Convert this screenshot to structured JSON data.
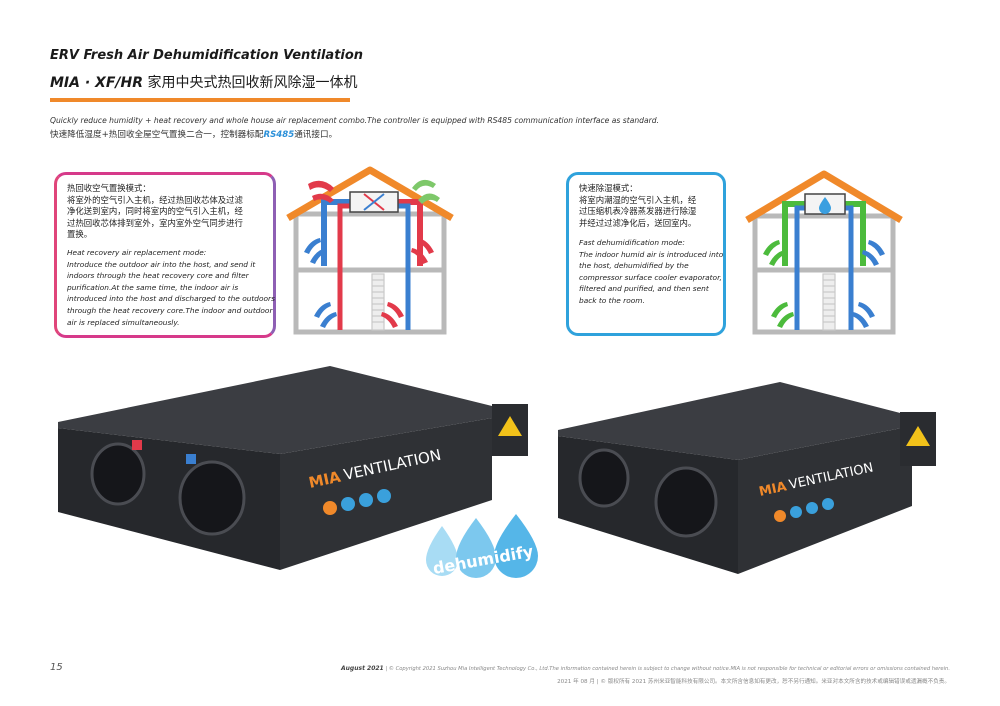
{
  "heading": {
    "title_en": "ERV Fresh Air Dehumidification Ventilation",
    "model": "MIA · XF/HR",
    "title_cn": "家用中央式热回收新风除湿一体机"
  },
  "intro": {
    "en": "Quickly reduce humidity + heat recovery and whole house air replacement combo.The controller is equipped with RS485 communication interface as standard.",
    "cn_before": "快速降低湿度+热回收全屋空气置换二合一，控制器标配",
    "cn_highlight": "RS485",
    "cn_after": "通讯接口。"
  },
  "card_heat_recovery": {
    "cn_lines": [
      "热回收空气置换模式：",
      "将室外的空气引入主机，经过热回收芯体及过滤",
      "净化送到室内，同时将室内的空气引入主机，经",
      "过热回收芯体排到室外，室内室外空气同步进行",
      "置换。"
    ],
    "en_lines": [
      "Heat recovery air replacement mode:",
      "Introduce the outdoor air into the host, and send it",
      "indoors through the heat recovery core and filter",
      "purification.At the same time, the indoor air is",
      "introduced into the host and discharged to the outdoors",
      "through the heat recovery core.The indoor and outdoor",
      "air is replaced simultaneously."
    ]
  },
  "card_dehumidification": {
    "cn_lines": [
      "快速除湿模式：",
      "将室内潮湿的空气引入主机，经",
      "过压缩机表冷器蒸发器进行除湿",
      "并经过过滤净化后，送回室内。"
    ],
    "en_lines": [
      "Fast dehumidification mode:",
      "The indoor humid air is introduced into",
      "the host, dehumidified by the",
      "compressor surface cooler evaporator,",
      "filtered and purified, and then sent",
      "back to the room."
    ]
  },
  "products": {
    "brand_prefix": "MIA",
    "brand_suffix": "VENTILATION",
    "badge_text": "dehumidify"
  },
  "colors": {
    "accent_orange": "#f0892a",
    "card_left_border": "#d63a8a",
    "card_right_border": "#2fa2dc",
    "highlight_blue": "#2a8fd8",
    "supply_red": "#e23a4a",
    "exhaust_blue": "#3a7fd0",
    "dehumid_green": "#4cbb3c",
    "unit_body": "#2b2d31"
  },
  "footer": {
    "page_number": "15",
    "date": "August 2021",
    "copyright_en": " | © Copyright 2021 Suzhou Mia Intelligent Technology Co., Ltd.The information contained herein is subject to change without notice.MIA is not responsible for technical or editorial errors or omissions contained herein.",
    "copyright_cn": "2021 年 08 月 | © 版权所有 2021 苏州米亚智能科技有限公司。本文所含信息如有更改，恕不另行通知。米亚对本文所含的技术或编辑错误或遗漏概不负责。"
  }
}
